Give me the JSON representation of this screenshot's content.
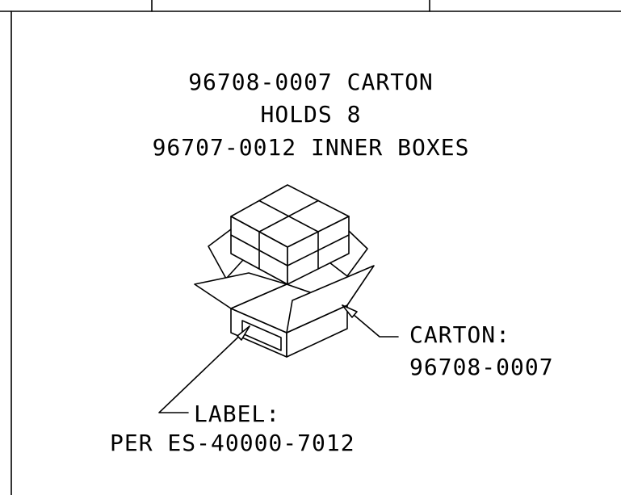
{
  "title": {
    "line1": "96708-0007 CARTON",
    "line2": "HOLDS 8",
    "line3": "96707-0012 INNER BOXES"
  },
  "callout_carton": {
    "line1": "CARTON:",
    "line2": "96708-0007"
  },
  "callout_label": {
    "line1": "LABEL:",
    "line2": "PER ES-40000-7012"
  }
}
